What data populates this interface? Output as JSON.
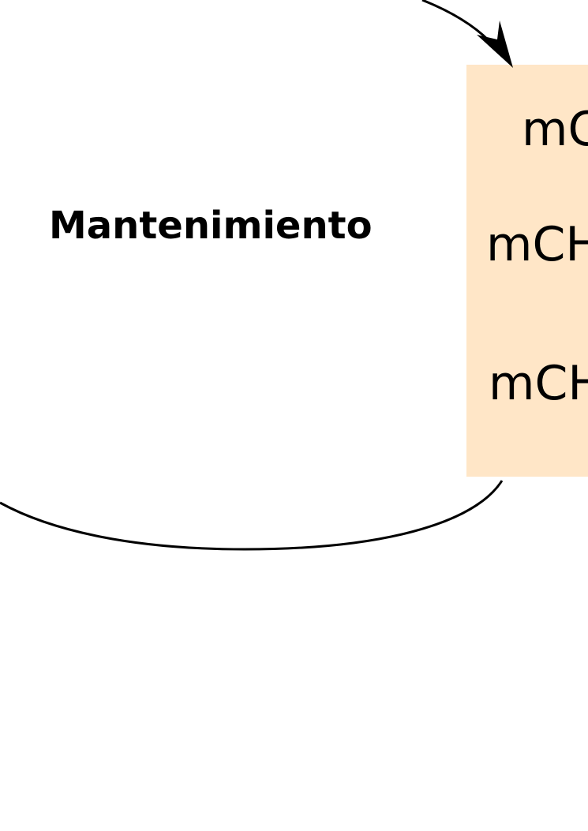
{
  "diagram": {
    "edge_label": "Mantenimiento",
    "node": {
      "lines": [
        "mC",
        "mCH",
        "mCH"
      ]
    }
  },
  "colors": {
    "node_fill": "#ffe6c7",
    "edge_stroke": "#000000",
    "text": "#000000",
    "background": "#ffffff"
  }
}
